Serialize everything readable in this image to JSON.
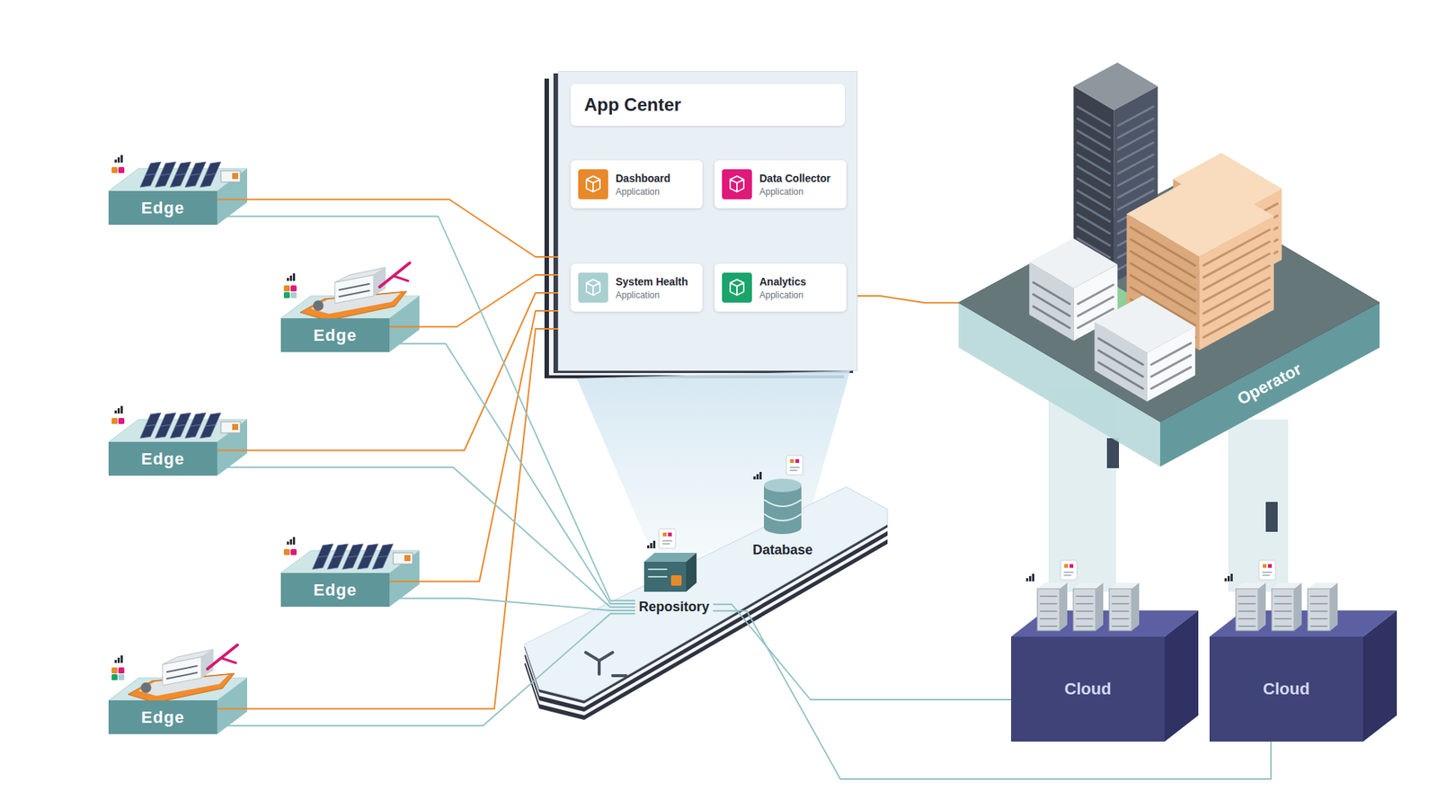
{
  "diagram": {
    "nodes": [
      {
        "text": [
          "Edge"
        ]
      },
      {
        "text": [
          "Edge"
        ]
      },
      {
        "text": [
          "Edge"
        ]
      },
      {
        "text": [
          "Edge"
        ]
      },
      {
        "text": [
          "Edge"
        ]
      },
      {
        "text": [
          "App Center"
        ]
      },
      {
        "text": [
          "Dashboard",
          "Application"
        ],
        "in": 5
      },
      {
        "text": [
          "Data Collector",
          "Application"
        ],
        "in": 5
      },
      {
        "text": [
          "System Health",
          "Application"
        ],
        "in": 5
      },
      {
        "text": [
          "Analytics",
          "Application"
        ],
        "in": 5
      },
      {
        "text": [
          "Repository"
        ]
      },
      {
        "text": [
          "Database"
        ]
      },
      {
        "text": [
          "Operator"
        ]
      },
      {
        "text": [
          "Cloud"
        ]
      },
      {
        "text": [
          "Cloud"
        ]
      }
    ],
    "edges": [
      {
        "from": 0,
        "to": 5,
        "arrow": "none"
      },
      {
        "from": 1,
        "to": 5,
        "arrow": "none"
      },
      {
        "from": 2,
        "to": 5,
        "arrow": "none"
      },
      {
        "from": 3,
        "to": 5,
        "arrow": "none"
      },
      {
        "from": 4,
        "to": 5,
        "arrow": "none"
      },
      {
        "from": 0,
        "to": 10,
        "arrow": "none"
      },
      {
        "from": 1,
        "to": 10,
        "arrow": "none"
      },
      {
        "from": 2,
        "to": 10,
        "arrow": "none"
      },
      {
        "from": 3,
        "to": 10,
        "arrow": "none"
      },
      {
        "from": 4,
        "to": 10,
        "arrow": "none"
      },
      {
        "from": 5,
        "to": 12,
        "arrow": "none"
      },
      {
        "from": 10,
        "to": 13,
        "arrow": "none"
      },
      {
        "from": 10,
        "to": 14,
        "arrow": "none"
      }
    ]
  }
}
